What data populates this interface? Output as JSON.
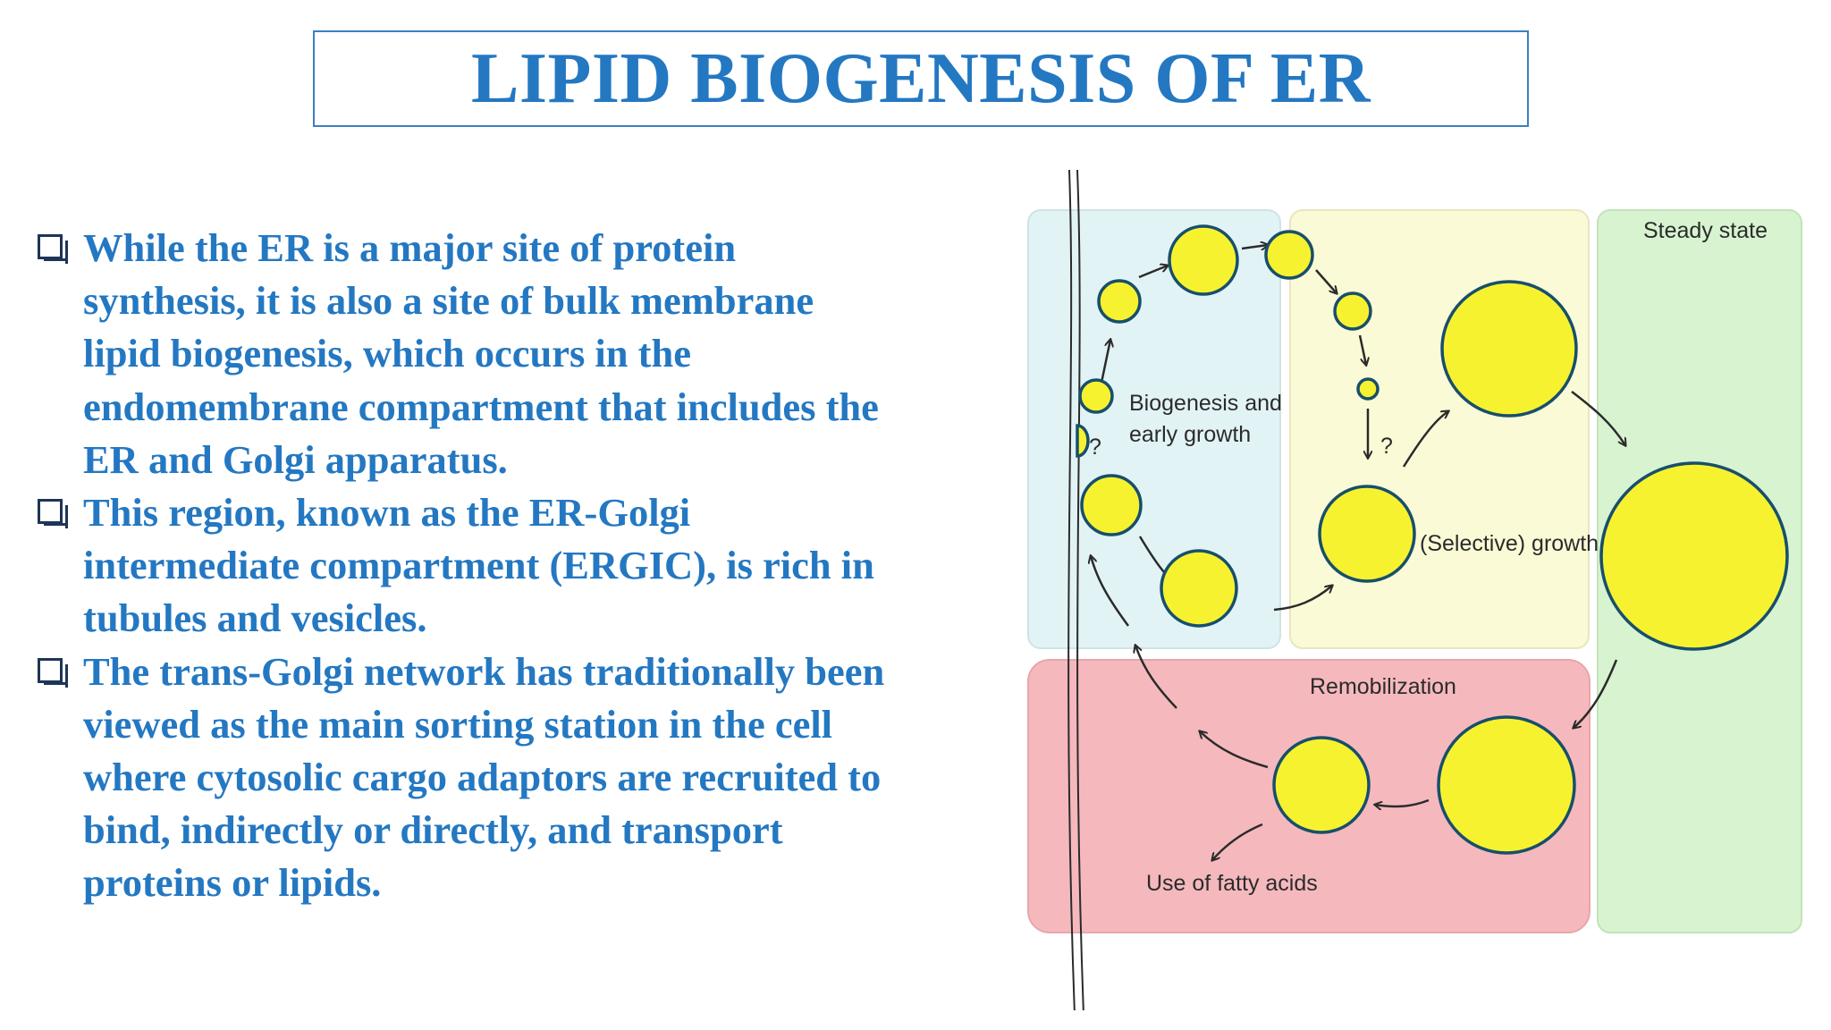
{
  "title": "LIPID BIOGENESIS OF ER",
  "bullets": [
    {
      "lines": [
        "While the ER is a major site of protein",
        "synthesis, it is also a site of bulk membrane",
        "lipid biogenesis, which occurs in the",
        "endomembrane compartment that includes the",
        "ER and Golgi apparatus."
      ]
    },
    {
      "lines": [
        "This region, known as the ER-Golgi",
        "intermediate compartment (ERGIC), is rich in",
        "tubules and vesicles."
      ]
    },
    {
      "lines": [
        "The trans-Golgi network has traditionally been",
        "viewed as the main sorting station in the cell",
        "where cytosolic cargo adaptors are recruited to",
        "bind, indirectly or directly, and transport",
        "proteins or lipids."
      ]
    }
  ],
  "diagram": {
    "labels": {
      "steady_state": "Steady state",
      "biogenesis_line1": "Biogenesis and",
      "biogenesis_line2": "early growth",
      "selective_growth": "(Selective) growth",
      "remobilization": "Remobilization",
      "use_of_fatty_acids": "Use of fatty acids",
      "q1": "?",
      "q2": "?"
    },
    "colors": {
      "biogenesis_panel": "#e2f3f6",
      "growth_panel": "#fbfad6",
      "steady_panel": "#d8f3d0",
      "remobilization_panel": "#f5b9bd",
      "droplet_fill": "#f7f230",
      "droplet_stroke": "#174f6b"
    }
  }
}
